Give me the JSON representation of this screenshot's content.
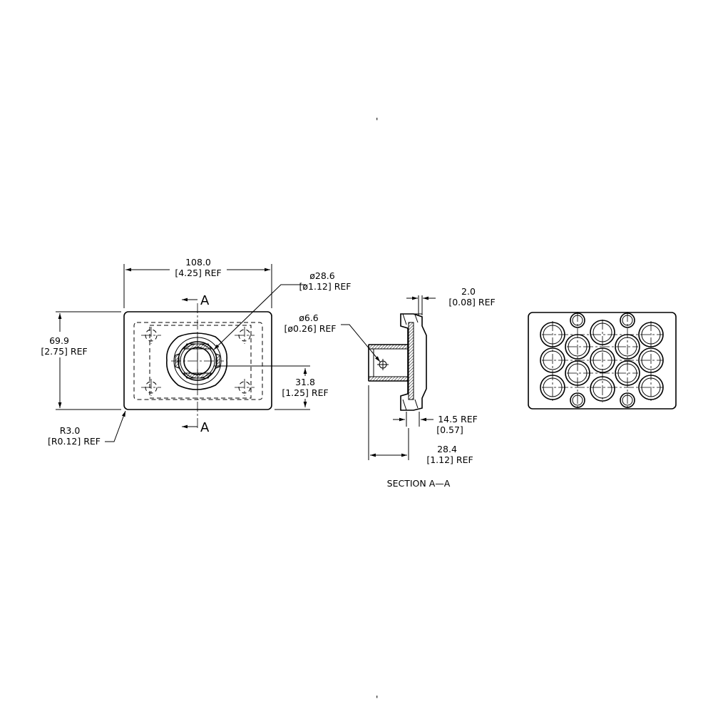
{
  "front_view": {
    "width_mm": "108.0",
    "width_in": "[4.25] REF",
    "height_mm": "69.9",
    "height_in": "[2.75] REF",
    "bore_dia_mm": "ø28.6",
    "bore_dia_in": "[ø1.12] REF",
    "offset_mm": "31.8",
    "offset_in": "[1.25] REF",
    "radius_mm": "R3.0",
    "radius_in": "[R0.12] REF",
    "section_mark": "A"
  },
  "section_view": {
    "plate_mm": "2.0",
    "plate_in": "[0.08] REF",
    "hole_mm": "ø6.6",
    "hole_in": "[ø0.26] REF",
    "body_mm": "14.5 REF",
    "body_in": "[0.57]",
    "depth_mm": "28.4",
    "depth_in": "[1.12] REF",
    "caption": "SECTION A—A"
  }
}
